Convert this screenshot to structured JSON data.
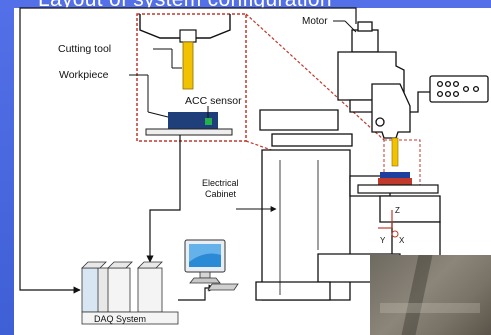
{
  "slide": {
    "title": "Layout of system configuration"
  },
  "labels": {
    "motor": "Motor",
    "cutting_tool": "Cutting tool",
    "workpiece": "Workpiece",
    "acc_sensor": "ACC sensor",
    "electrical_cabinet_line1": "Electrical",
    "electrical_cabinet_line2": "Cabinet",
    "daq_system": "DAQ System",
    "axis_z": "Z",
    "axis_y": "Y",
    "axis_x": "X"
  },
  "colors": {
    "background": "#4664e0",
    "zoom_box": "#c0392b",
    "tool": "#f2c200",
    "sensor": "#1f3f7a",
    "sensor_dot": "#22b14c",
    "workpiece_marker": "#1f3f9e"
  }
}
